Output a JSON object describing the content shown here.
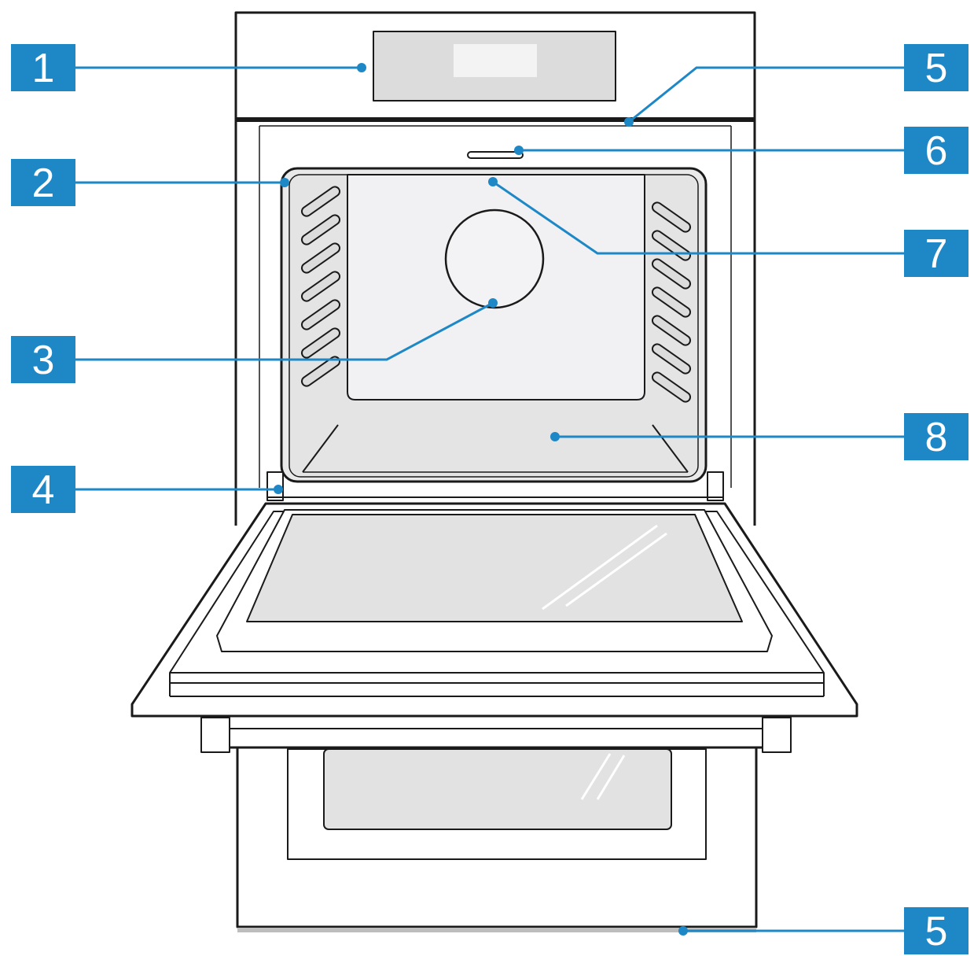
{
  "colors": {
    "callout": "#1e88c7",
    "outline": "#1a1a1a",
    "glass": "#e2e2e2",
    "cavity": "#e8e8e8",
    "back_panel": "#f1f1f3",
    "rack": "#d3d3d3"
  },
  "callouts": [
    {
      "id": "c1",
      "label": "1"
    },
    {
      "id": "c2",
      "label": "2"
    },
    {
      "id": "c3",
      "label": "3"
    },
    {
      "id": "c4",
      "label": "4"
    },
    {
      "id": "c5a",
      "label": "5"
    },
    {
      "id": "c6",
      "label": "6"
    },
    {
      "id": "c7",
      "label": "7"
    },
    {
      "id": "c8",
      "label": "8"
    },
    {
      "id": "c5b",
      "label": "5"
    }
  ]
}
